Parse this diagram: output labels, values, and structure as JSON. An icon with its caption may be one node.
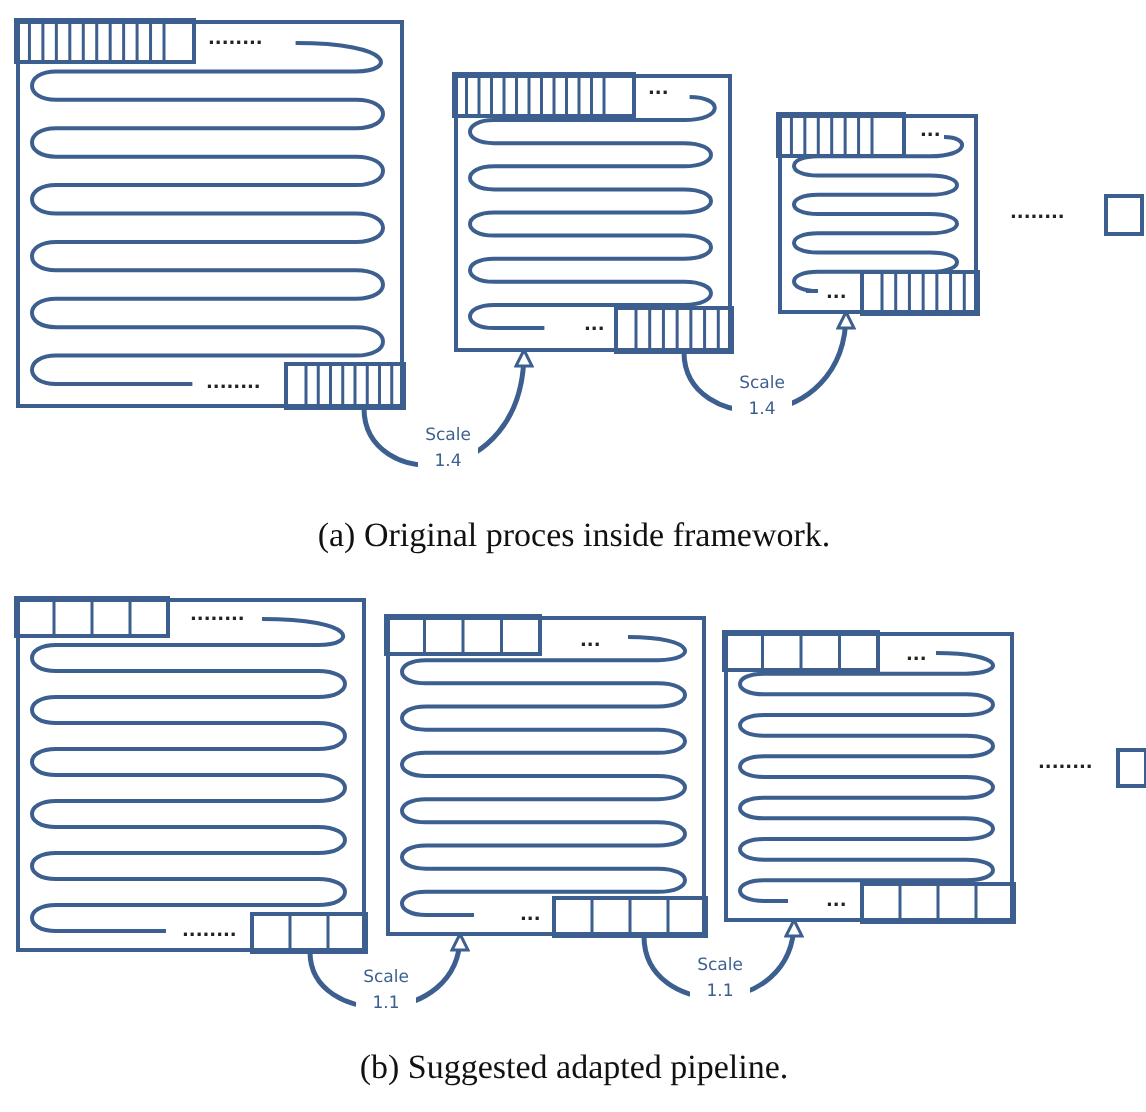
{
  "diagram": {
    "nodes": [
      {
        "text": [],
        "shape": "box"
      },
      {
        "text": [],
        "shape": "box"
      },
      {
        "text": [],
        "shape": "box"
      },
      {
        "text": [],
        "shape": "box"
      },
      {
        "text": [],
        "shape": "box"
      },
      {
        "text": [],
        "shape": "box"
      },
      {
        "text": [],
        "shape": "box"
      },
      {
        "text": [],
        "shape": "box"
      }
    ],
    "edges": [
      {
        "from": 0,
        "to": 1,
        "arrow": "to",
        "label": "Scale 1.4"
      },
      {
        "from": 1,
        "to": 2,
        "arrow": "to",
        "label": "Scale 1.4"
      },
      {
        "from": 4,
        "to": 5,
        "arrow": "to",
        "label": "Scale 1.1"
      },
      {
        "from": 5,
        "to": 6,
        "arrow": "to",
        "label": "Scale 1.1"
      }
    ],
    "labels": [
      "........",
      "........",
      "...",
      "...",
      "...",
      "...",
      "........",
      "(a) Original proces inside framework.",
      "........",
      "........",
      "...",
      "...",
      "...",
      "...",
      "........",
      "(b) Suggested adapted pipeline."
    ]
  }
}
